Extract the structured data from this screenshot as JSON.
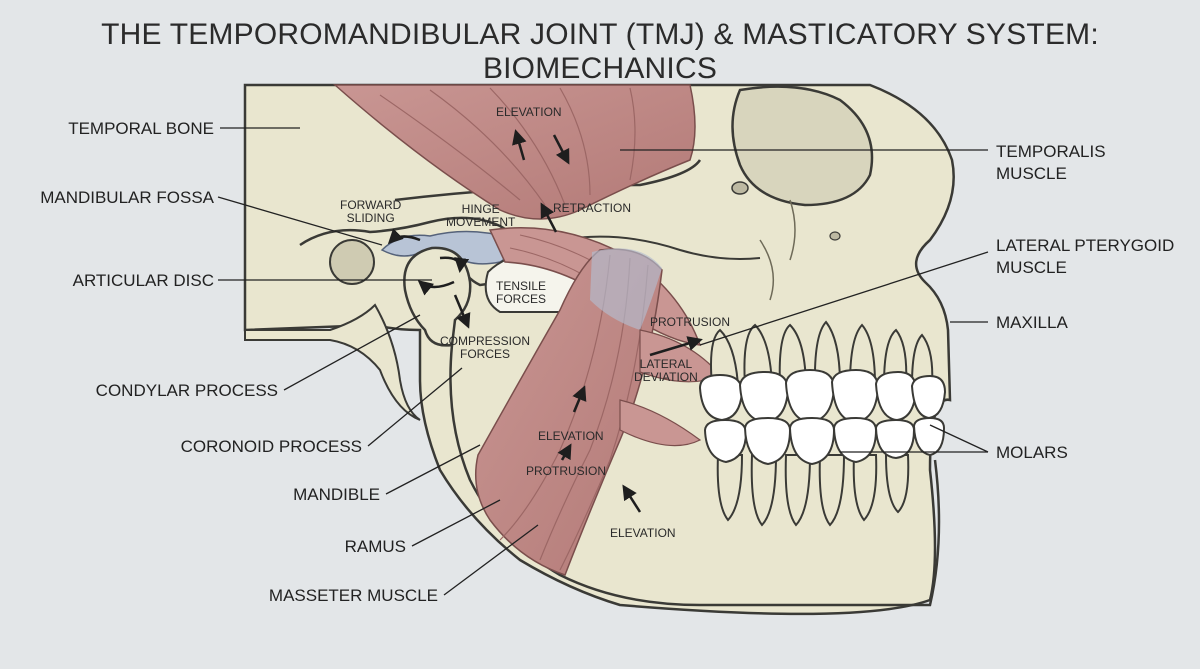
{
  "title": "THE TEMPOROMANDIBULAR JOINT (TMJ) & MASTICATORY SYSTEM: BIOMECHANICS",
  "labels_left": [
    "TEMPORAL BONE",
    "MANDIBULAR FOSSA",
    "ARTICULAR DISC",
    "CONDYLAR PROCESS",
    "CORONOID PROCESS",
    "MANDIBLE",
    "RAMUS",
    "MASSETER MUSCLE"
  ],
  "labels_right": {
    "temporalis": [
      "TEMPORALIS",
      "MUSCLE"
    ],
    "lateral_pterygoid": [
      "LATERAL PTERYGOID",
      "MUSCLE"
    ],
    "maxilla": "MAXILLA",
    "molars": "MOLARS"
  },
  "annotations": {
    "elevation_top": "ELEVATION",
    "forward_sliding": [
      "FORWARD",
      "SLIDING"
    ],
    "hinge_movement": [
      "HINGE",
      "MOVEMENT"
    ],
    "retraction": "RETRACTION",
    "tensile_forces": [
      "TENSILE",
      "FORCES"
    ],
    "compression_forces": [
      "COMPRESSION",
      "FORCES"
    ],
    "protrusion_upper": "PROTRUSION",
    "lateral_deviation": [
      "LATERAL",
      "DEVIATION"
    ],
    "elevation_mid": "ELEVATION",
    "protrusion_lower": "PROTRUSION",
    "elevation_bottom": "ELEVATION"
  },
  "colors": {
    "background": "#e3e6e8",
    "bone": "#e9e6cf",
    "bone_outline": "#3a3a36",
    "muscle": "#c48e8b",
    "muscle_dark": "#a9706e",
    "cartilage": "#b8c4d6",
    "tooth": "#ffffff"
  }
}
